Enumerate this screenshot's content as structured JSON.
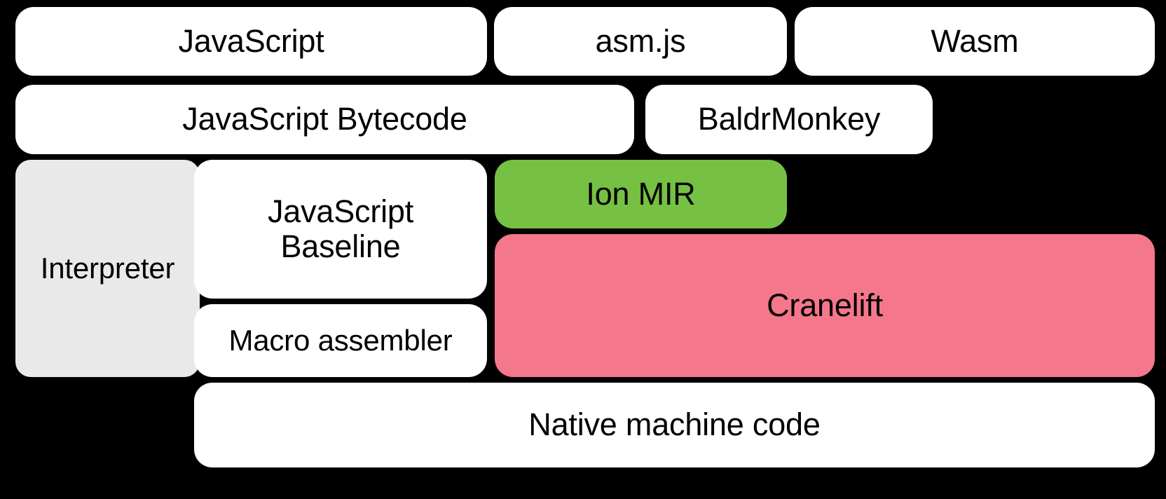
{
  "diagram": {
    "title": "SpiderMonkey compilation pipeline",
    "background_color": "#000000",
    "colors": {
      "white": "#ffffff",
      "gray": "#e9e9e9",
      "green": "#76c043",
      "pink": "#f4778b",
      "text": "#000000"
    },
    "rows": [
      {
        "name": "source-languages",
        "boxes": [
          {
            "id": "javascript",
            "label": "JavaScript",
            "fill": "#ffffff"
          },
          {
            "id": "asmjs",
            "label": "asm.js",
            "fill": "#ffffff"
          },
          {
            "id": "wasm",
            "label": "Wasm",
            "fill": "#ffffff"
          }
        ]
      },
      {
        "name": "intermediate-representations",
        "boxes": [
          {
            "id": "js-bytecode",
            "label": "JavaScript Bytecode",
            "fill": "#ffffff"
          },
          {
            "id": "baldrmonkey",
            "label": "BaldrMonkey",
            "fill": "#ffffff"
          }
        ]
      },
      {
        "name": "execution-tiers",
        "boxes": [
          {
            "id": "interpreter",
            "label": "Interpreter",
            "fill": "#e9e9e9"
          },
          {
            "id": "js-baseline",
            "label": "JavaScript\nBaseline",
            "fill": "#ffffff"
          },
          {
            "id": "macro-assembler",
            "label": "Macro assembler",
            "fill": "#ffffff"
          },
          {
            "id": "ion-mir",
            "label": "Ion MIR",
            "fill": "#76c043"
          },
          {
            "id": "cranelift",
            "label": "Cranelift",
            "fill": "#f4778b"
          }
        ]
      },
      {
        "name": "output",
        "boxes": [
          {
            "id": "native-code",
            "label": "Native machine code",
            "fill": "#ffffff"
          }
        ]
      }
    ]
  }
}
